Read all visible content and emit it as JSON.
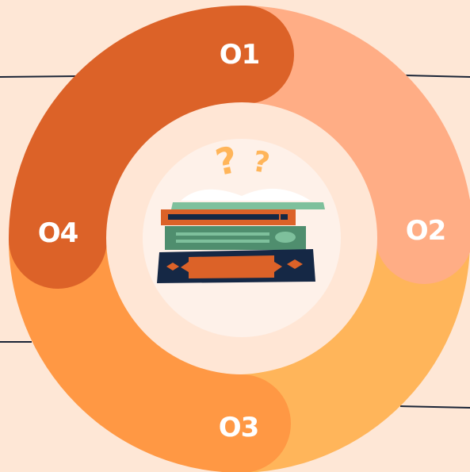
{
  "cycle": {
    "segments": [
      {
        "label": "O1",
        "color": "#DC6228"
      },
      {
        "label": "O2",
        "color": "#FFAD85"
      },
      {
        "label": "O3",
        "color": "#FFB55A"
      },
      {
        "label": "O4",
        "color": "#FF9844"
      }
    ],
    "center_fill": "#FEF1E9",
    "inner_disc": "#FFE6D5",
    "line_color": "#1A2436"
  },
  "illustration": {
    "icon": "books-question-icon",
    "colors": {
      "question_marks": "#FFB55A",
      "book_pages": "#7EC09C",
      "book_top": "#DC6228",
      "book_middle": "#4F8E6E",
      "book_bottom": "#152845"
    }
  }
}
